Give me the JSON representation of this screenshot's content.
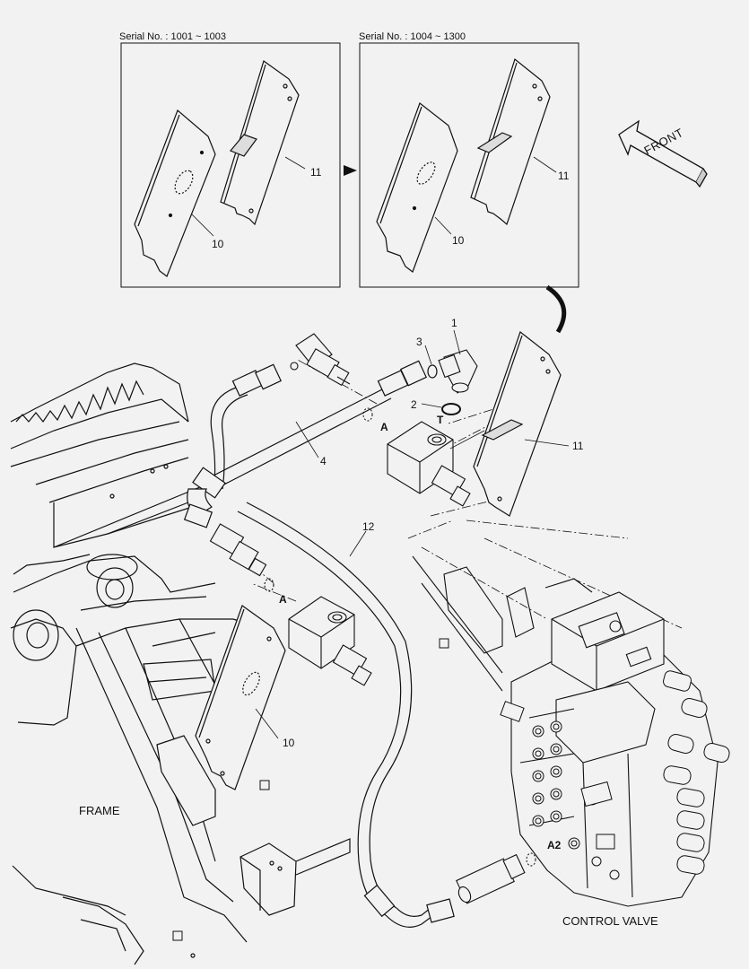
{
  "insets": [
    {
      "serial": "Serial No. : 1001 ~ 1003",
      "parts": [
        "10",
        "11"
      ]
    },
    {
      "serial": "Serial No. : 1004 ~ 1300",
      "parts": [
        "10",
        "11"
      ]
    }
  ],
  "direction": {
    "label": "FRONT"
  },
  "callouts": {
    "n1": "1",
    "n2": "2",
    "n3": "3",
    "n4": "4",
    "n10": "10",
    "n11": "11",
    "n12": "12"
  },
  "ports": {
    "a": "A",
    "t": "T",
    "a2": "A2"
  },
  "labels": {
    "frame": "FRAME",
    "control_valve": "CONTROL VALVE"
  }
}
